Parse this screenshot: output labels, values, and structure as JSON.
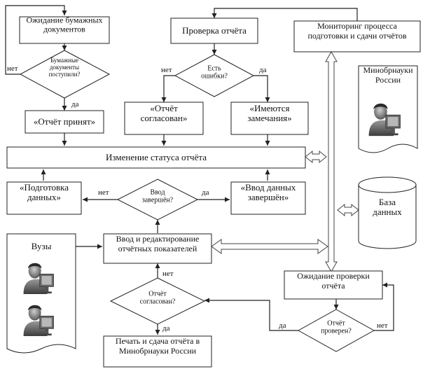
{
  "nodes": {
    "wait_docs": "Ожидание бумажных|документов",
    "check_report": "Проверка отчёта",
    "monitoring": "Мониторинг процесса|подготовки и сдачи отчётов",
    "paper_received": "Бумажные|документы|поступили?",
    "has_errors": "Есть|ошибки?",
    "ministry": "Минобрнауки|России",
    "accepted": "«Отчёт принят»",
    "agreed": "«Отчёт|согласован»",
    "remarks": "«Имеются|замечания»",
    "status_change": "Изменение статуса отчёта",
    "prep_data": "«Подготовка|данных»",
    "input_done": "Ввод|завершён?",
    "data_done": "«Ввод данных|завершён»",
    "database": "База|данных",
    "universities": "Вузы",
    "edit_input": "Ввод и редактирование|отчётных показателей",
    "wait_check": "Ожидание проверки|отчёта",
    "report_agreed": "Отчёт|согласован?",
    "report_checked": "Отчёт|проверен?",
    "print_submit": "Печать и сдача отчёта в|Минобрнауки России"
  },
  "labels": {
    "no": "нет",
    "yes": "да"
  },
  "icons": {
    "ministry_user": "user-at-computer-icon",
    "uni_user": "user-at-computer-icon"
  }
}
